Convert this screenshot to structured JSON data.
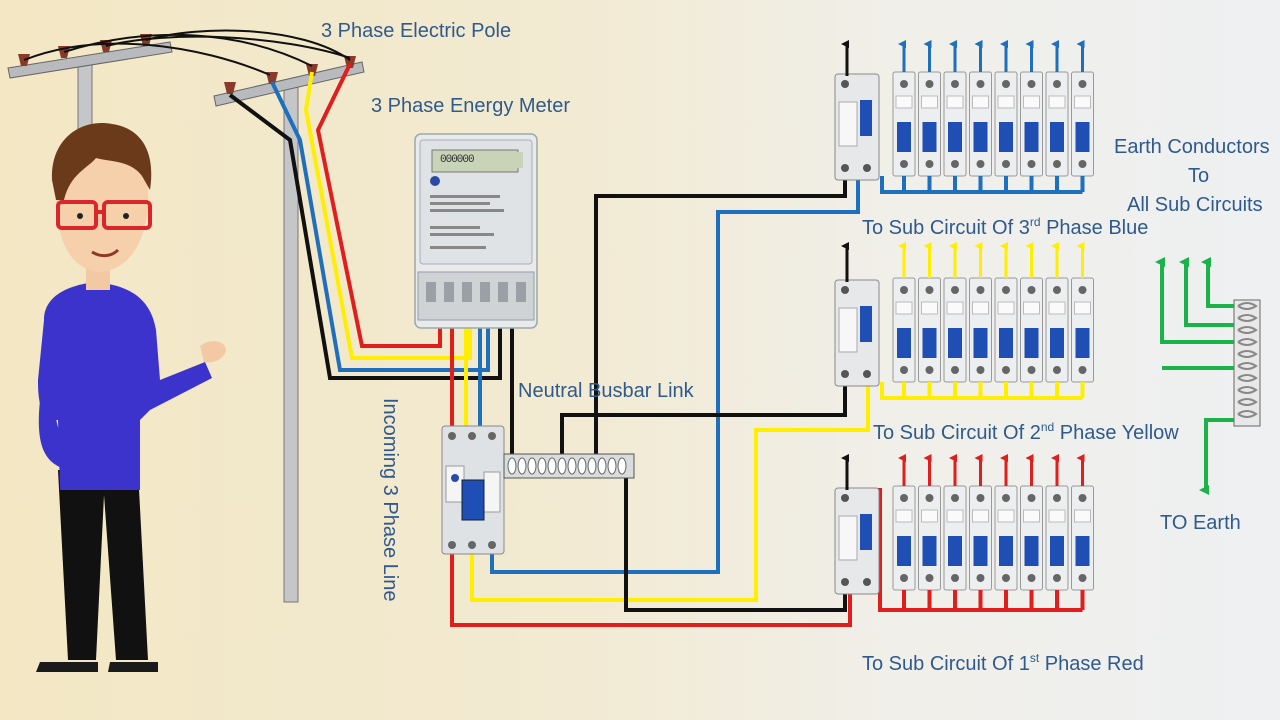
{
  "labels": {
    "pole": "3 Phase Electric Pole",
    "meter": "3 Phase Energy Meter",
    "busbar": "Neutral Busbar Link",
    "incoming": "Incoming 3 Phase Line",
    "earth_conductors_1": "Earth Conductors",
    "earth_conductors_2": "To",
    "earth_conductors_3": "All Sub Circuits",
    "to_earth": "TO Earth",
    "blue": {
      "pre": "To Sub Circuit Of 3",
      "sup": "rd",
      "post": " Phase Blue"
    },
    "yellow": {
      "pre": "To Sub Circuit Of 2",
      "sup": "nd",
      "post": " Phase Yellow"
    },
    "red": {
      "pre": "To Sub Circuit Of 1",
      "sup": "st",
      "post": " Phase Red"
    }
  },
  "meter": {
    "display": "000000"
  },
  "colors": {
    "red": "#e01e1e",
    "yellow": "#ffee00",
    "blue": "#1f6fbf",
    "black": "#111111",
    "green": "#19b34a",
    "label": "#2f5a8c",
    "breaker_blue": "#1f4fb5"
  },
  "breaker_rows": [
    {
      "name": "blue-phase",
      "mcb_count": 8
    },
    {
      "name": "yellow-phase",
      "mcb_count": 8
    },
    {
      "name": "red-phase",
      "mcb_count": 8
    }
  ]
}
